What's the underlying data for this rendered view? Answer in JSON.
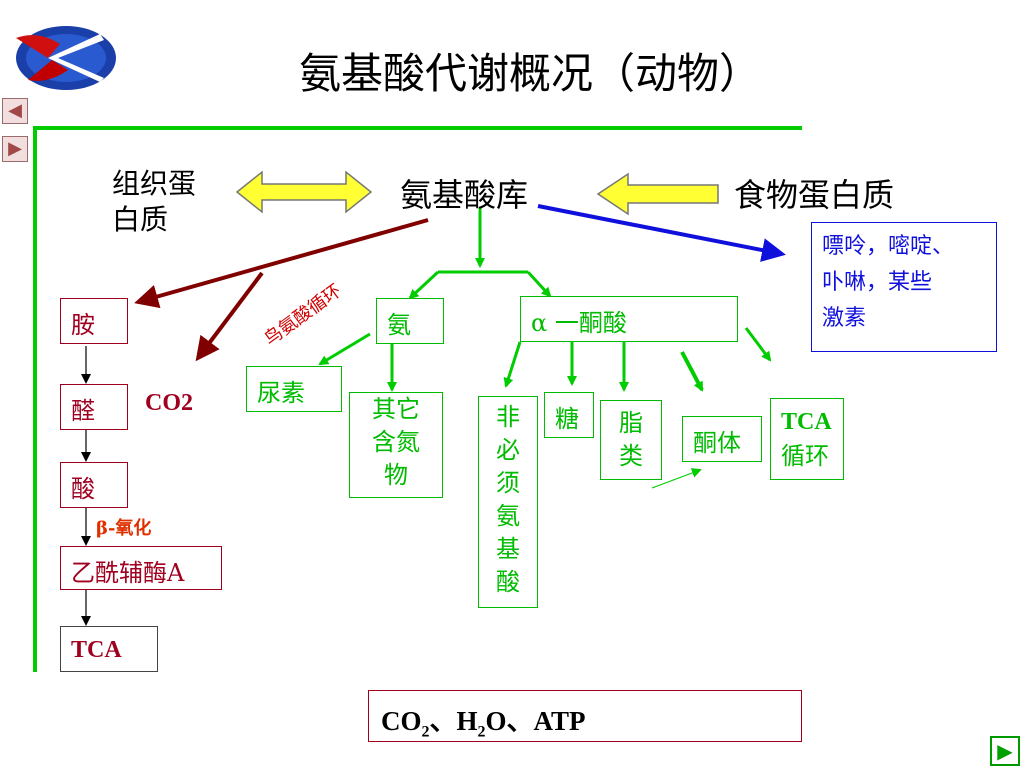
{
  "slide": {
    "title": "氨基酸代谢概况（动物）",
    "top_nodes": {
      "tissue_protein_line1": "组织蛋",
      "tissue_protein_line2": "白质",
      "amino_acid_pool": "氨基酸库",
      "food_protein": "食物蛋白质"
    },
    "blue_box": {
      "line1": "嘌呤，嘧啶、",
      "line2": "卟啉，某些",
      "line3": "激素"
    },
    "left_chain": {
      "amine": "胺",
      "aldehyde": "醛",
      "acid": "酸",
      "acetyl_coa": "乙酰辅酶A",
      "tca": "TCA",
      "co2": "CO2",
      "beta_oxidation": "β-氧化"
    },
    "middle": {
      "ammonia": "氨",
      "ornithine_cycle": "鸟氨酸循环",
      "urea": "尿素",
      "other_n_line1": "其它",
      "other_n_line2": "含氮",
      "other_n_line3": "物"
    },
    "right": {
      "keto_acid": "α 一酮酸",
      "nonessential_aa": [
        "非",
        "必",
        "须",
        "氨",
        "基",
        "酸"
      ],
      "sugar": "糖",
      "lipid_line1": "脂",
      "lipid_line2": "类",
      "ketone_body": "酮体",
      "tca_line1": "TCA",
      "tca_line2": "循环"
    },
    "bottom_box": {
      "co": "CO",
      "sub2a": "2",
      "sep1": "、H",
      "sub2b": "2",
      "rest": "O、ATP"
    }
  },
  "nav": {
    "prev_symbol": "◀",
    "next_symbol": "▶",
    "forward_symbol": "▶"
  },
  "colors": {
    "frame_green": "#00cc00",
    "arrow_green": "#00cc00",
    "dark_red": "#800000",
    "blue": "#1010dd",
    "yellow": "#ffff33"
  }
}
